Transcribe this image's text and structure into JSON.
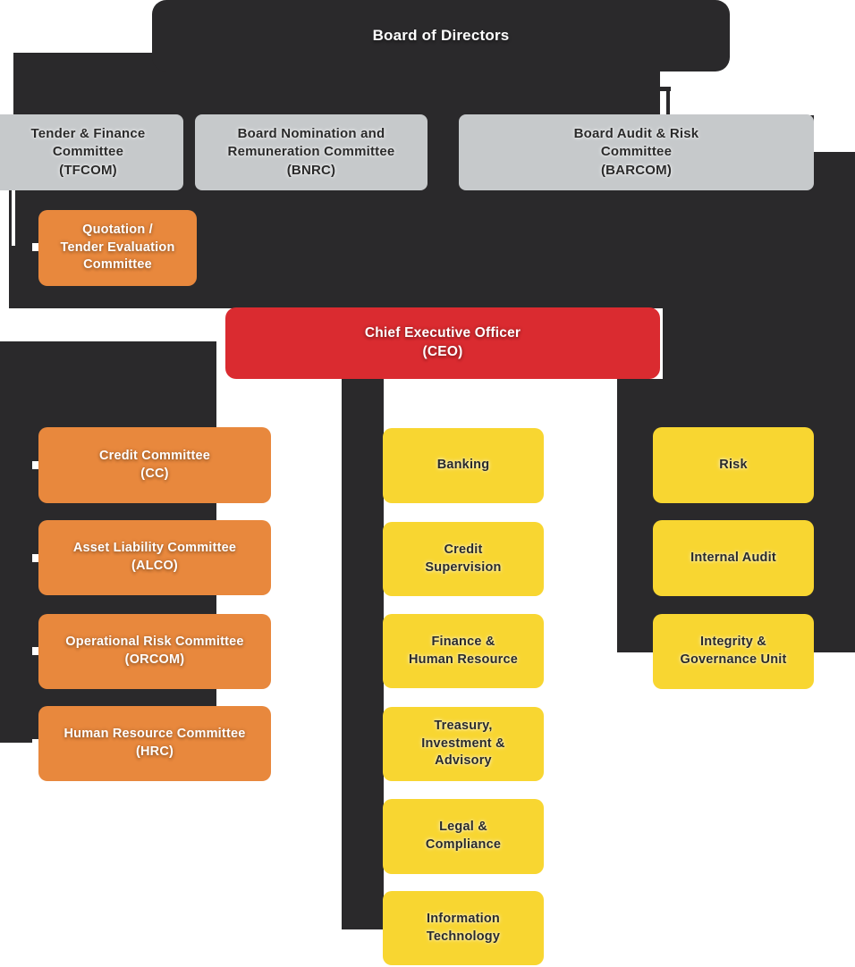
{
  "chart_title": "Board of Directors",
  "board": {
    "label": "Board of Directors"
  },
  "board_committees": [
    {
      "name": "tfcom",
      "label": "Tender & Finance\nCommittee\n(TFCOM)"
    },
    {
      "name": "bnrc",
      "label": "Board Nomination and\nRemuneration Committee\n(BNRC)"
    },
    {
      "name": "barcom",
      "label": "Board Audit & Risk\nCommittee\n(BARCOM)"
    }
  ],
  "tender_subcommittee": {
    "label": "Quotation /\nTender Evaluation\nCommittee"
  },
  "ceo": {
    "label": "Chief Executive Officer\n(CEO)"
  },
  "management_committees": [
    {
      "name": "cc",
      "label": "Credit Committee\n(CC)"
    },
    {
      "name": "alco",
      "label": "Asset Liability Committee\n(ALCO)"
    },
    {
      "name": "orcom",
      "label": "Operational Risk Committee\n(ORCOM)"
    },
    {
      "name": "hrc",
      "label": "Human Resource Committee\n(HRC)"
    }
  ],
  "departments": [
    {
      "name": "banking",
      "label": "Banking"
    },
    {
      "name": "credit-supervision",
      "label": "Credit\nSupervision"
    },
    {
      "name": "finance-human-resource",
      "label": "Finance &\nHuman Resource"
    },
    {
      "name": "treasury-investment-advisory",
      "label": "Treasury,\nInvestment &\nAdvisory"
    },
    {
      "name": "legal-compliance",
      "label": "Legal &\nCompliance"
    },
    {
      "name": "information-technology",
      "label": "Information\nTechnology"
    }
  ],
  "oversight_units": [
    {
      "name": "risk",
      "label": "Risk"
    },
    {
      "name": "internal-audit",
      "label": "Internal Audit"
    },
    {
      "name": "integrity-governance-unit",
      "label": "Integrity &\nGovernance Unit"
    }
  ],
  "colors": {
    "dark": "#2a292b",
    "gray": "#c6c9cb",
    "orange": "#e8883d",
    "red": "#da2b30",
    "yellow": "#f8d631",
    "text-dark": "#2a2a2a",
    "text-light": "#ffffff"
  }
}
